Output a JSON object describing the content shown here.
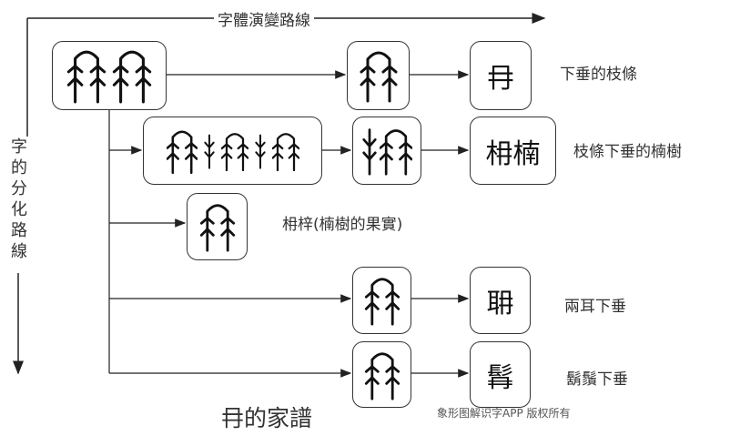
{
  "header": {
    "evolution_axis_label": "字體演變路線",
    "branch_axis_label": "字的分化路線"
  },
  "rows": [
    {
      "modern": "冄",
      "meaning": "下垂的枝條"
    },
    {
      "modern": "枏楠",
      "meaning": "枝條下垂的楠樹"
    },
    {
      "modern": "",
      "meaning": "枏梓(楠樹的果實)"
    },
    {
      "modern": "耼",
      "meaning": "兩耳下垂"
    },
    {
      "modern": "髥",
      "meaning": "鬍鬚下垂"
    }
  ],
  "footer": {
    "title": "冄的家譜",
    "copyright": "象形图解识字APP  版权所有"
  },
  "icons": {
    "ancient_glyph": "oracle-bone-glyph-icon",
    "seal_glyph": "seal-script-glyph-icon"
  }
}
